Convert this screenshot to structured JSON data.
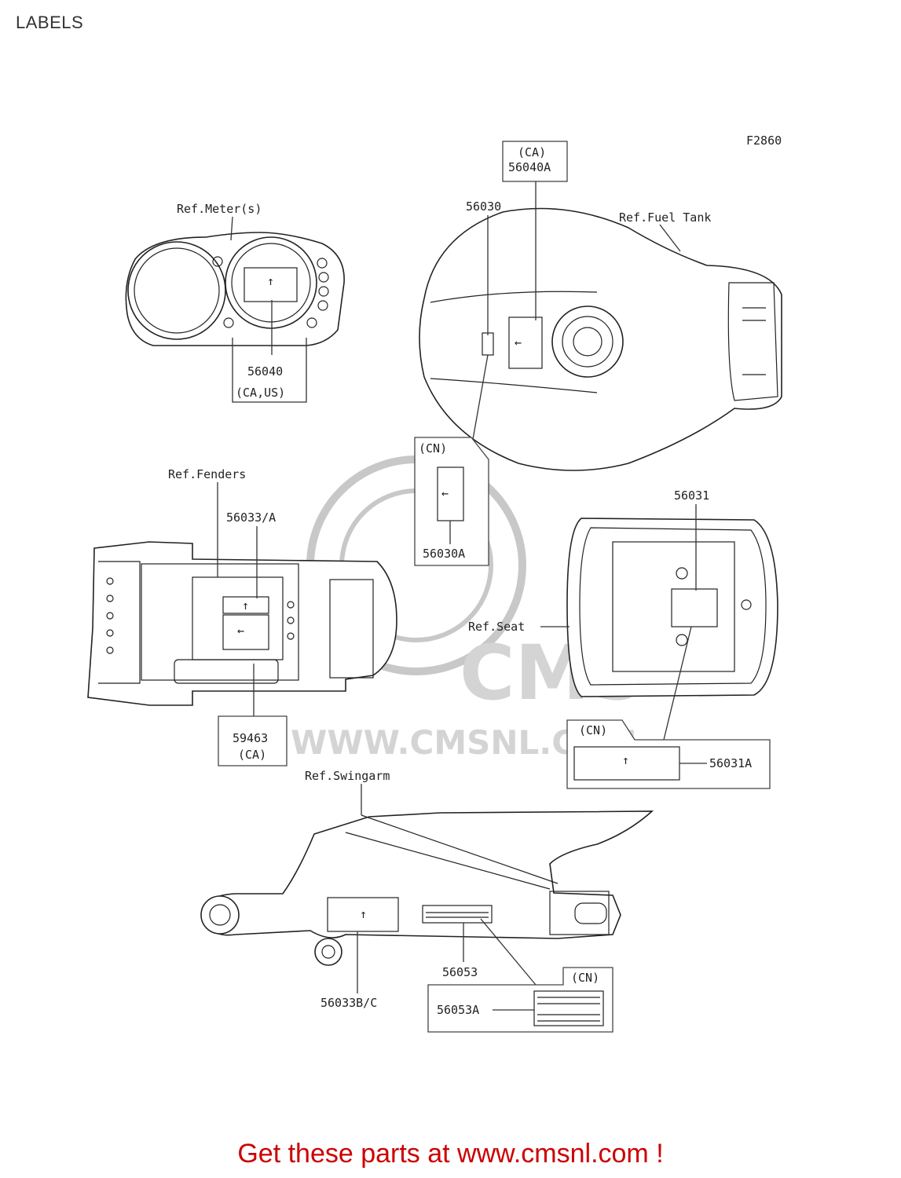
{
  "page": {
    "title": "LABELS"
  },
  "diagram": {
    "figure_code": "F2860",
    "refs": {
      "meter": "Ref.Meter(s)",
      "fuel_tank": "Ref.Fuel Tank",
      "fenders": "Ref.Fenders",
      "seat": "Ref.Seat",
      "swingarm": "Ref.Swingarm"
    },
    "parts": {
      "p56040": "56040",
      "p56040_note": "(CA,US)",
      "p56040A_note": "(CA)",
      "p56040A": "56040A",
      "p56030": "56030",
      "p56030A_note": "(CN)",
      "p56030A": "56030A",
      "p56033A": "56033/A",
      "p59463": "59463",
      "p59463_note": "(CA)",
      "p56031": "56031",
      "p56031A_note": "(CN)",
      "p56031A": "56031A",
      "p56053": "56053",
      "p56053A_note": "(CN)",
      "p56053A": "56053A",
      "p56033BC": "56033B/C"
    },
    "watermark": {
      "brand": "CMS",
      "url": "WWW.CMSNL.COM"
    }
  },
  "footer": {
    "text": "Get these parts at www.cmsnl.com !"
  },
  "colors": {
    "footer": "#cc0000",
    "line": "#222222",
    "watermark": "#c8c8c8"
  }
}
